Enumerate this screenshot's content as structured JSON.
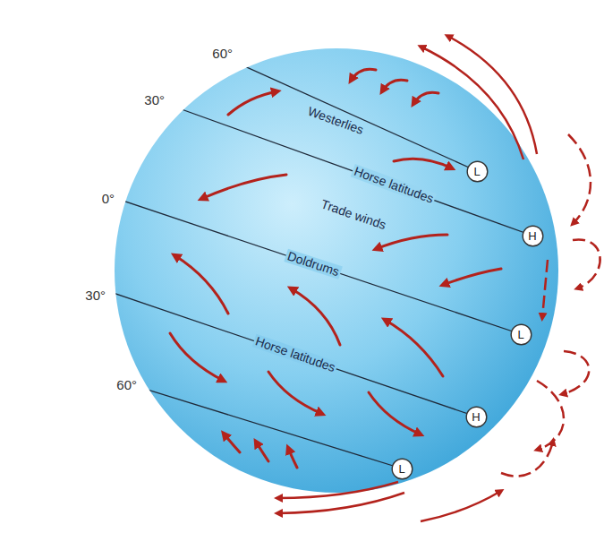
{
  "diagram": {
    "nodes": [
      {
        "text": [
          "L"
        ]
      },
      {
        "text": [
          "H"
        ]
      },
      {
        "text": [
          "L"
        ]
      },
      {
        "text": [
          "H"
        ]
      },
      {
        "text": [
          "L"
        ]
      }
    ],
    "labels": [
      "60°",
      "30°",
      "0°",
      "30°",
      "60°",
      "Westerlies",
      "Horse latitudes",
      "Trade winds",
      "Doldrums",
      "Horse latitudes"
    ]
  }
}
